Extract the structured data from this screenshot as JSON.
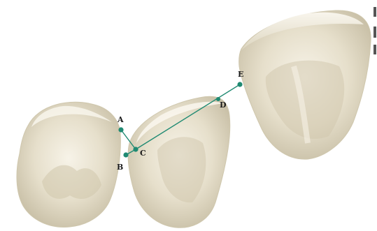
{
  "figure": {
    "points": [
      {
        "id": "A",
        "label": "A"
      },
      {
        "id": "B",
        "label": "B"
      },
      {
        "id": "C",
        "label": "C"
      },
      {
        "id": "D",
        "label": "D"
      },
      {
        "id": "E",
        "label": "E"
      }
    ],
    "colors": {
      "measurement_line": "#1f8a72",
      "tooth_light": "#f1ecdd",
      "tooth_mid": "#ddd6c0",
      "tooth_shadow": "#b9b097",
      "label": "#1a1a1a"
    }
  }
}
